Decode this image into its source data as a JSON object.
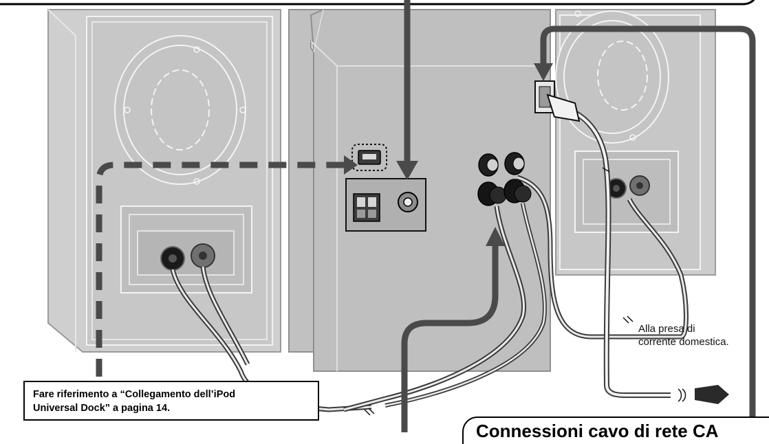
{
  "callouts": {
    "ipod_dock": {
      "line1": "Fare riferimento a “Collegamento dell’iPod",
      "line2": "Universal Dock” a pagina 14."
    },
    "ac_outlet": {
      "line1": "Alla presa di",
      "line2": "corrente domestica."
    }
  },
  "section": {
    "heading": "Connessioni cavo di rete CA"
  },
  "colors": {
    "unit_body": "#c9c9c9",
    "panel_dark": "#9c9c9c",
    "arrow": "#4a4a4a",
    "outline": "#000000",
    "terminal_dark": "#1a1a1a",
    "terminal_red": "#707070"
  }
}
